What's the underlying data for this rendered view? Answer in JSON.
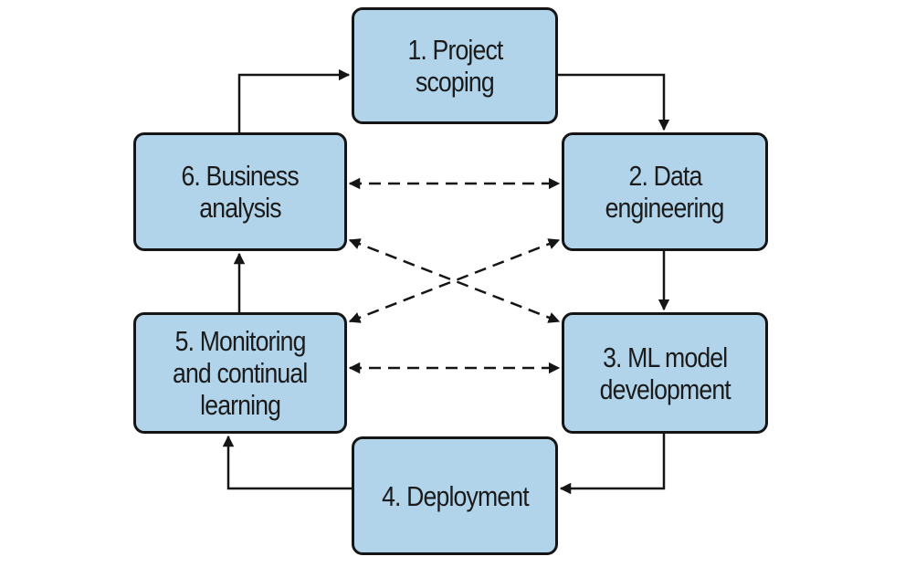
{
  "stages": [
    {
      "id": "1",
      "lines": [
        "1. Project",
        "scoping"
      ]
    },
    {
      "id": "2",
      "lines": [
        "2. Data",
        "engineering"
      ]
    },
    {
      "id": "3",
      "lines": [
        "3. ML model",
        "development"
      ]
    },
    {
      "id": "4",
      "lines": [
        "4. Deployment"
      ]
    },
    {
      "id": "5",
      "lines": [
        "5. Monitoring",
        "and continual",
        "learning"
      ]
    },
    {
      "id": "6",
      "lines": [
        "6. Business",
        "analysis"
      ]
    }
  ],
  "flow_edges": [
    {
      "from": "1",
      "to": "2",
      "style": "solid"
    },
    {
      "from": "2",
      "to": "3",
      "style": "solid"
    },
    {
      "from": "3",
      "to": "4",
      "style": "solid"
    },
    {
      "from": "4",
      "to": "5",
      "style": "solid"
    },
    {
      "from": "5",
      "to": "6",
      "style": "solid"
    },
    {
      "from": "6",
      "to": "1",
      "style": "solid"
    }
  ],
  "feedback_edges": [
    {
      "between": [
        "6",
        "2"
      ],
      "style": "dashed",
      "direction": "both"
    },
    {
      "between": [
        "6",
        "3"
      ],
      "style": "dashed",
      "direction": "both"
    },
    {
      "between": [
        "5",
        "2"
      ],
      "style": "dashed",
      "direction": "both"
    },
    {
      "between": [
        "5",
        "3"
      ],
      "style": "dashed",
      "direction": "both"
    }
  ],
  "colors": {
    "box_fill": "#b2d4ea",
    "box_border": "#151515",
    "arrow": "#151515",
    "text": "#1b1b1b"
  }
}
